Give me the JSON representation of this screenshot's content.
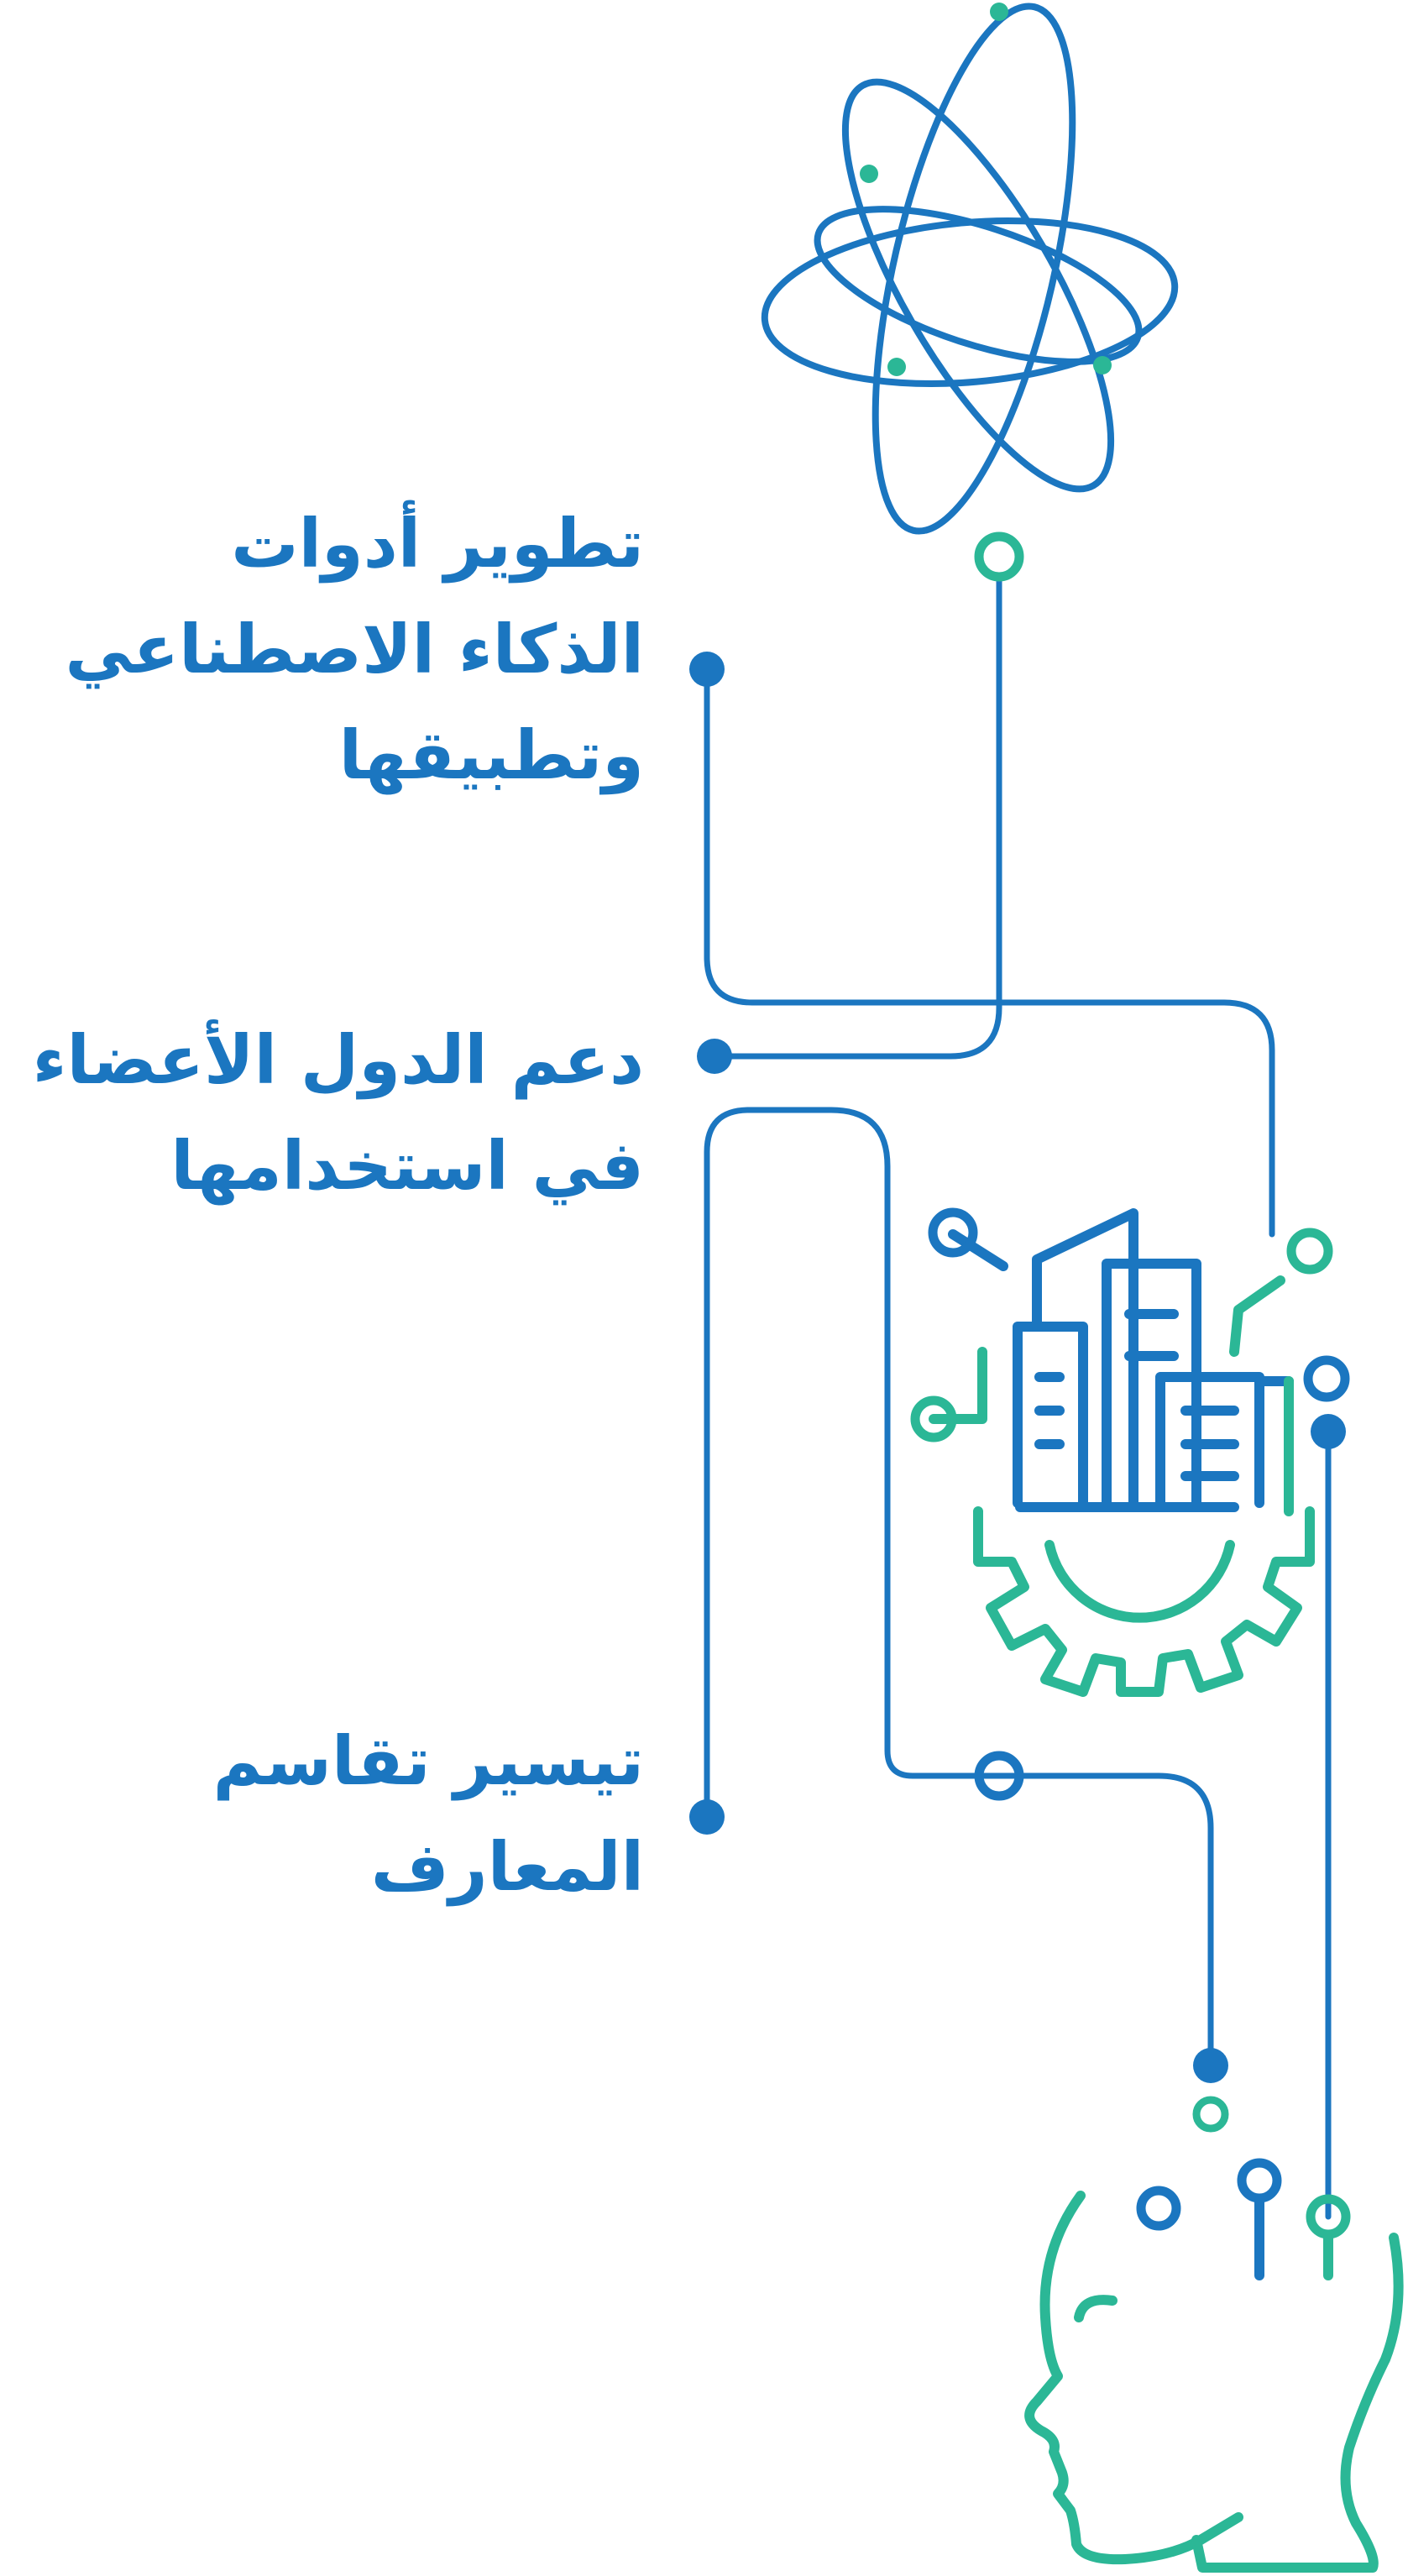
{
  "labels": [
    {
      "lines": [
        "تطوير أدوات",
        "الذكاء الاصطناعي",
        "وتطبيقها"
      ]
    },
    {
      "lines": [
        "دعم الدول الأعضاء",
        "في استخدامها"
      ]
    },
    {
      "lines": [
        "تيسير تقاسم",
        "المعارف"
      ]
    }
  ],
  "icons": [
    "atom-icon",
    "city-gear-icon",
    "human-head-icon"
  ],
  "colors": {
    "blue": "#1b76c0",
    "green": "#2bb796",
    "text": "#1b76c0",
    "background": "#ffffff"
  }
}
